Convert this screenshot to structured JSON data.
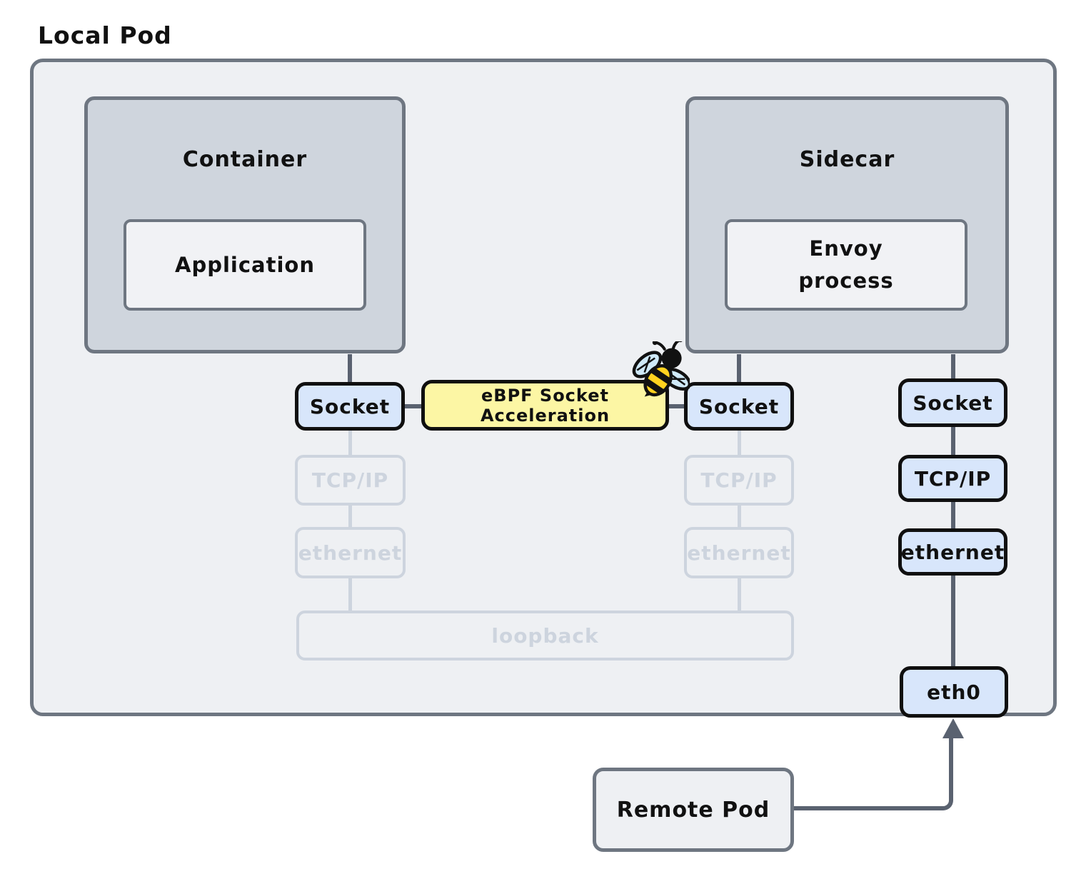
{
  "title": "Local Pod",
  "labels": {
    "local_pod": "Local Pod",
    "container": "Container",
    "application": "Application",
    "sidecar": "Sidecar",
    "envoy": "Envoy process",
    "socket": "Socket",
    "ebpf_acceleration": "eBPF Socket Acceleration",
    "tcpip": "TCP/IP",
    "ethernet": "ethernet",
    "loopback": "loopback",
    "eth0": "eth0",
    "remote_pod": "Remote Pod"
  },
  "icons": {
    "bee": "ebpf-bee-mascot"
  },
  "colors": {
    "pod_background": "#eef0f3",
    "outline_gray": "#6e7681",
    "group_fill": "#cfd5dd",
    "node_blue": "#d8e6fb",
    "accent_yellow": "#fcf6a4",
    "faded_gray": "#cdd4de",
    "connector_dark": "#5a6270",
    "text_black": "#111111",
    "bee_yellow": "#ffd21f",
    "bee_wing_blue": "#cfe9f8"
  },
  "edges": [
    "Container → Socket",
    "Socket — eBPF Socket Acceleration — Socket",
    "Sidecar → Socket (inner)",
    "Sidecar → Socket (outer)",
    "Socket → TCP/IP → ethernet → eth0 (active path)",
    "Socket → TCP/IP → ethernet → loopback (faded bypassed path, both sides)",
    "Remote Pod → eth0 (arrow)"
  ]
}
